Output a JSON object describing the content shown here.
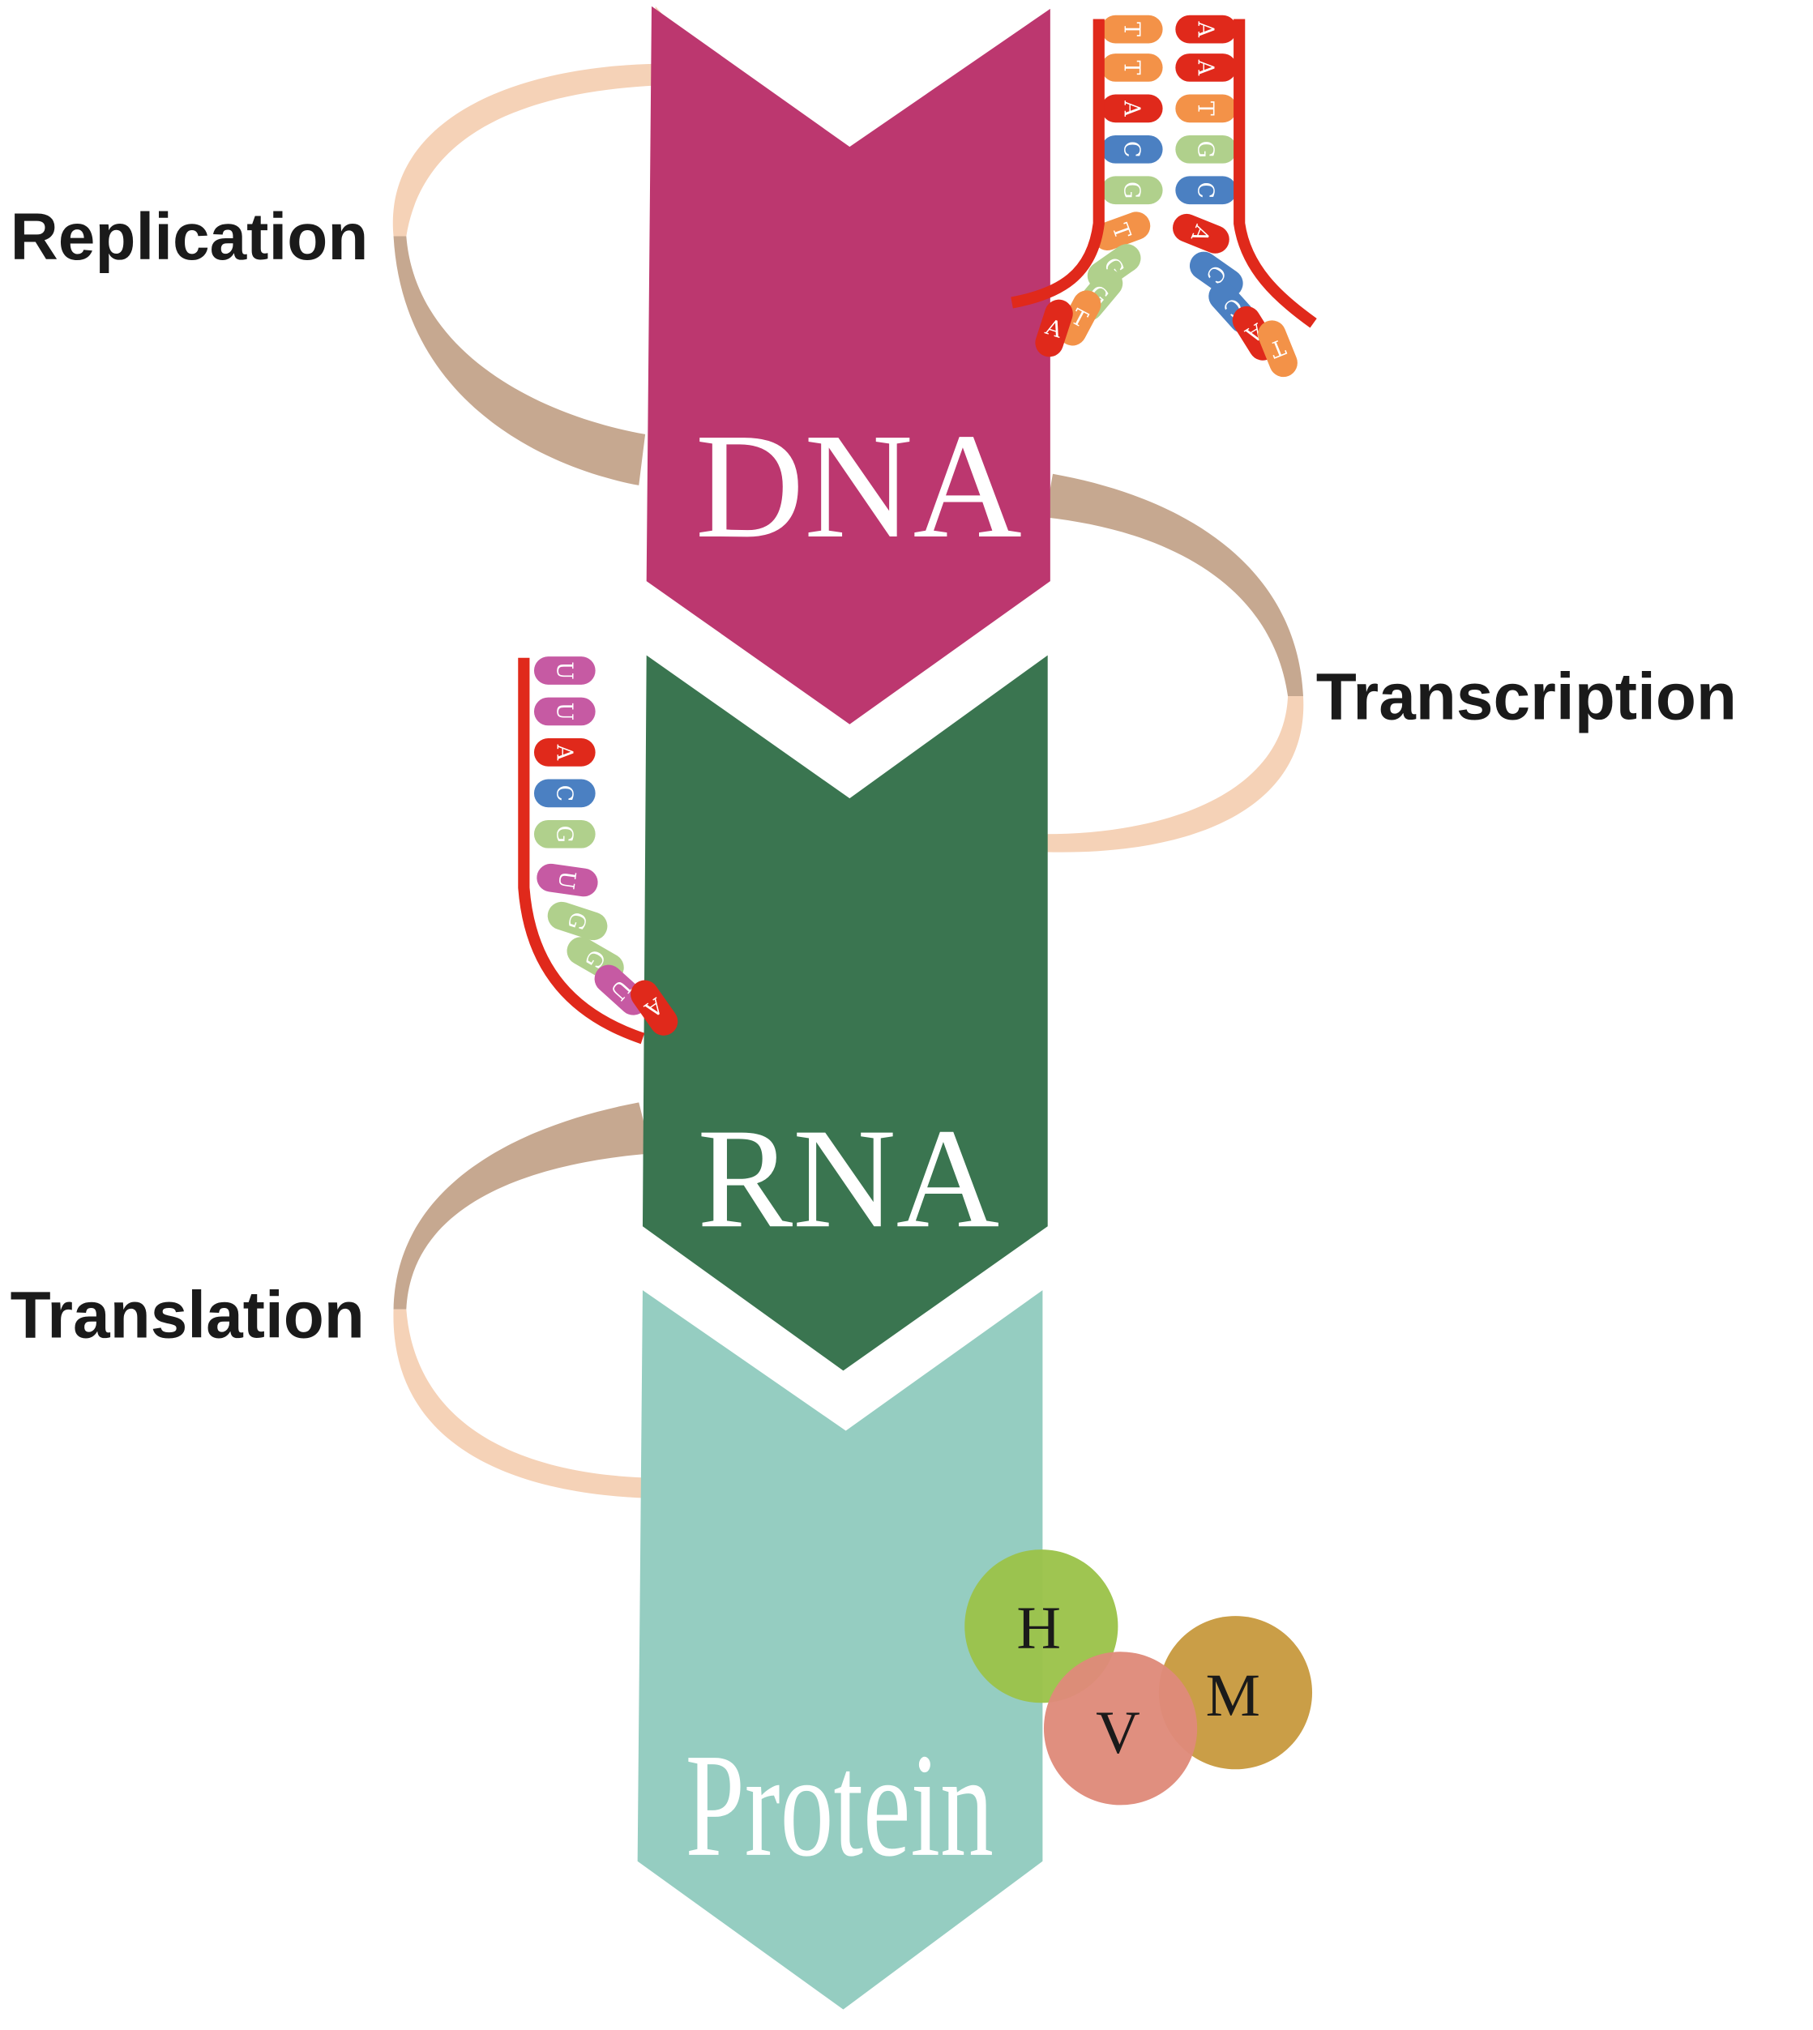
{
  "colors": {
    "dna": "#bc376f",
    "rna": "#3a7550",
    "protein": "#95cdc1",
    "arrow_light": "#f5d2b7",
    "arrow_dark": "#c6a890",
    "backbone": "#e0291b",
    "base_A": "#e0291b",
    "base_T": "#f39248",
    "base_G": "#b0d08c",
    "base_C": "#4b80c2",
    "base_U": "#c65aa3",
    "aa_H": "#9bc34a",
    "aa_V": "#df8a7a",
    "aa_M": "#c89a40"
  },
  "molecules": {
    "dna": "DNA",
    "rna": "RNA",
    "protein": "Protein"
  },
  "processes": {
    "replication": "Replication",
    "transcription": "Transcription",
    "translation": "Translation"
  },
  "dna_strand": {
    "left_bases": [
      "T",
      "T",
      "A",
      "C",
      "G",
      "T",
      "G",
      "G",
      "T",
      "A"
    ],
    "right_bases": [
      "A",
      "A",
      "T",
      "G",
      "C",
      "A",
      "C",
      "C",
      "A",
      "T"
    ]
  },
  "rna_strand": {
    "bases": [
      "U",
      "U",
      "A",
      "C",
      "G",
      "U",
      "G",
      "G",
      "U",
      "A"
    ]
  },
  "amino_acids": [
    {
      "letter": "H",
      "color": "aa_H"
    },
    {
      "letter": "V",
      "color": "aa_V"
    },
    {
      "letter": "M",
      "color": "aa_M"
    }
  ]
}
